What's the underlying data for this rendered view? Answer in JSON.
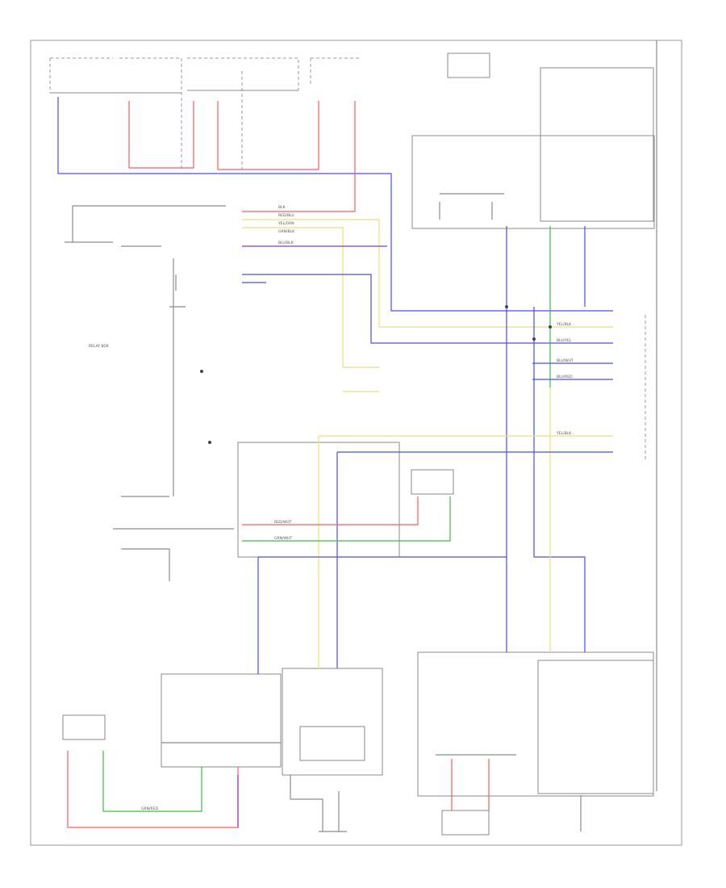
{
  "labels": {
    "footer_code": "",
    "w_blk_1": "BLK",
    "w_red_1": "RED/BLU",
    "w_yel_1": "YEL/GRN",
    "w_grn_1": "GRN/BLK",
    "w_blu_1": "BLU/BLK",
    "w_yel_2": "YEL/BLK",
    "w_yel_3": "YEL/BLK",
    "w_blu_2": "BLU/YEL",
    "w_blu_3": "BLU/WHT",
    "w_blu_4": "BLU/RED",
    "w_red_2": "RED/WHT",
    "w_grn_2": "GRN/WHT",
    "w_grn_3": "GRN/RED",
    "relay_box": "RELAY BOX"
  },
  "colors": {
    "blue": "#4a4aff",
    "red": "#ff5a5a",
    "yellow": "#e8e07a",
    "green": "#3cc03c",
    "purple": "#8a3aa8",
    "dark": "#444444",
    "frame": "#9a9a9a"
  }
}
